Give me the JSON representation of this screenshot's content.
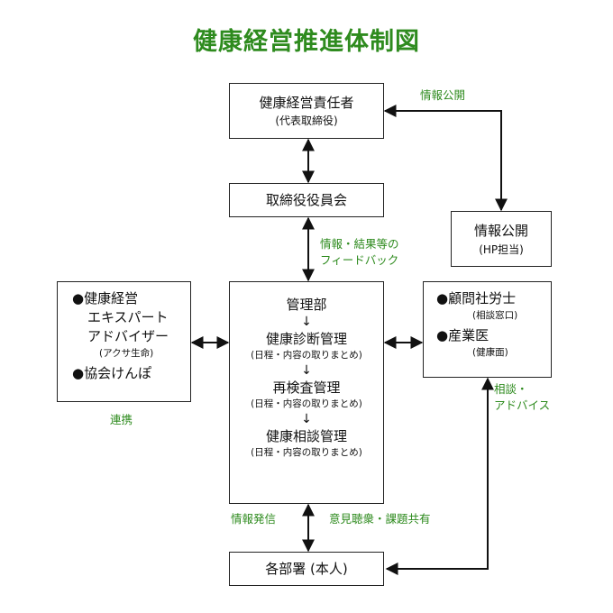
{
  "title": "健康経営推進体制図",
  "boxes": {
    "executive": {
      "main": "健康経営責任者",
      "sub": "(代表取締役)"
    },
    "board": {
      "main": "取締役役員会"
    },
    "disclosure": {
      "main": "情報公開",
      "sub": "(HP担当)"
    },
    "admin": {
      "steps": [
        {
          "main": "管理部"
        },
        {
          "main": "健康診断管理",
          "sub": "(日程・内容の取りまとめ)"
        },
        {
          "main": "再検査管理",
          "sub": "(日程・内容の取りまとめ)"
        },
        {
          "main": "健康相談管理",
          "sub": "(日程・内容の取りまとめ)"
        }
      ],
      "arrow_glyph": "↓"
    },
    "experts": {
      "bullet": "●",
      "line1": "健康経営",
      "line2": "エキスパート",
      "line3": "アドバイザー",
      "line3_sub": "(アクサ生命)",
      "line4": "協会けんぽ"
    },
    "advisors": {
      "bullet": "●",
      "item1": "顧問社労士",
      "item1_sub": "(相談窓口)",
      "item2": "産業医",
      "item2_sub": "(健康面)"
    },
    "departments": {
      "main": "各部署 (本人)"
    }
  },
  "labels": {
    "disclosure_link": "情報公開",
    "feedback_line1": "情報・結果等の",
    "feedback_line2": "フィードバック",
    "cooperation": "連携",
    "consult_line1": "相談・",
    "consult_line2": "アドバイス",
    "info_send": "情報発信",
    "opinion": "意見聴衆・課題共有"
  },
  "colors": {
    "accent": "#2e8b1e",
    "line": "#111111"
  }
}
